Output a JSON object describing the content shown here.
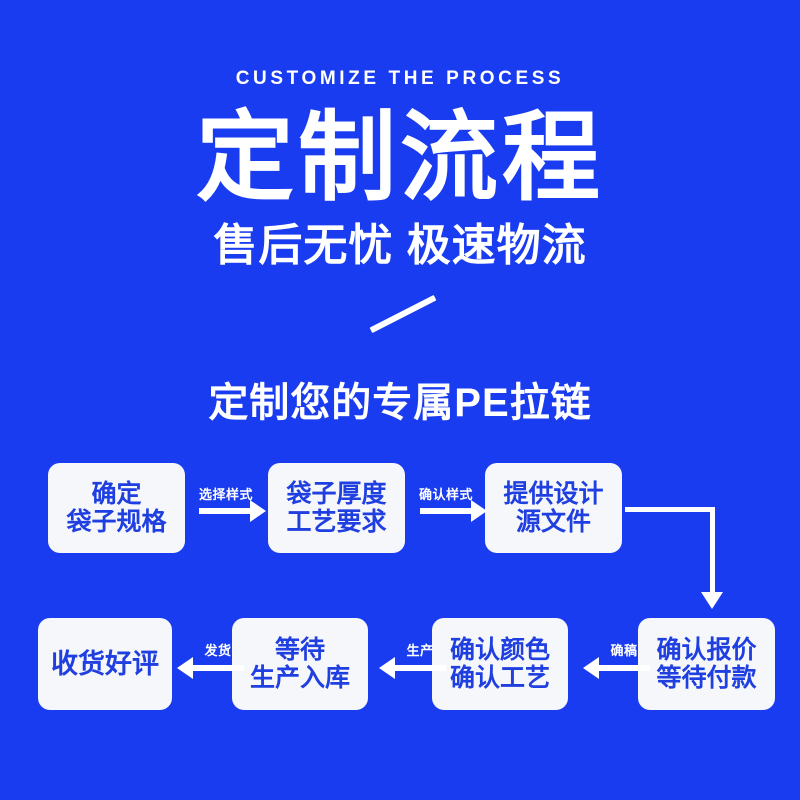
{
  "page": {
    "background_color": "#1A3CF0",
    "accent_color": "#FFFFFF",
    "box_bg_color": "#F6F7FA",
    "box_text_color": "#1F3FE0"
  },
  "header": {
    "eyebrow": "CUSTOMIZE THE PROCESS",
    "title": "定制流程",
    "subtitle": "售后无忧 极速物流",
    "divider_icon": "diagonal-slash-icon",
    "lead": "定制您的专属PE拉链"
  },
  "flow": {
    "row1": [
      {
        "id": "spec",
        "lines": [
          "确定",
          "袋子规格"
        ]
      },
      {
        "id": "thick",
        "lines": [
          "袋子厚度",
          "工艺要求"
        ]
      },
      {
        "id": "design",
        "lines": [
          "提供设计",
          "源文件"
        ]
      }
    ],
    "row2": [
      {
        "id": "receive",
        "lines": [
          "收货好评"
        ]
      },
      {
        "id": "wait",
        "lines": [
          "等待",
          "生产入库"
        ]
      },
      {
        "id": "color",
        "lines": [
          "确认颜色",
          "确认工艺"
        ]
      },
      {
        "id": "quote",
        "lines": [
          "确认报价",
          "等待付款"
        ]
      }
    ],
    "connectors": [
      {
        "id": "c1",
        "label": "选择样式",
        "direction": "right",
        "from": "spec",
        "to": "thick"
      },
      {
        "id": "c2",
        "label": "确认样式",
        "direction": "right",
        "from": "thick",
        "to": "design"
      },
      {
        "id": "c3",
        "label": "",
        "direction": "elbow-down",
        "from": "design",
        "to": "quote"
      },
      {
        "id": "c4",
        "label": "确稿",
        "direction": "left",
        "from": "quote",
        "to": "color"
      },
      {
        "id": "c5",
        "label": "生产",
        "direction": "left",
        "from": "color",
        "to": "wait"
      },
      {
        "id": "c6",
        "label": "发货",
        "direction": "left",
        "from": "wait",
        "to": "receive"
      }
    ]
  }
}
